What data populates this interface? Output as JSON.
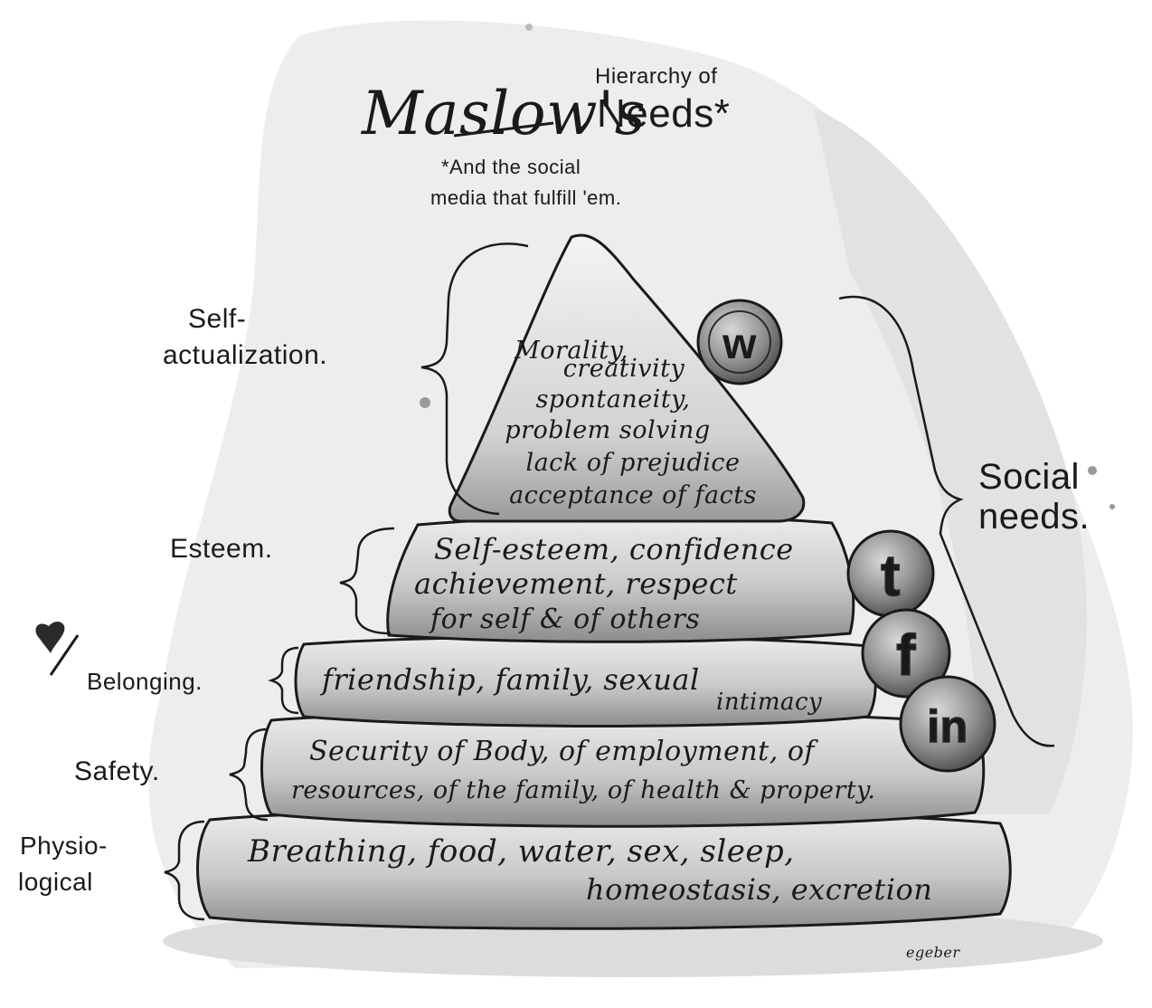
{
  "title": {
    "main": "Maslow's",
    "sub_line1": "Hierarchy of",
    "sub_line2": "Needs*",
    "footnote_line1": "*And the social",
    "footnote_line2": "media that fulfill 'em."
  },
  "levels": [
    {
      "label_lines": [
        "Self-",
        "actualization."
      ],
      "content_lines": [
        "Morality,",
        "creativity",
        "spontaneity,",
        "problem solving",
        "lack of prejudice",
        "acceptance of facts"
      ],
      "icons": [
        "w"
      ]
    },
    {
      "label_lines": [
        "Esteem."
      ],
      "content_lines": [
        "Self-esteem, confidence",
        "achievement, respect",
        "for self & of others"
      ],
      "icons": [
        "t"
      ]
    },
    {
      "label_lines": [
        "Belonging."
      ],
      "content_lines": [
        "friendship, family, sexual",
        "intimacy"
      ],
      "icons": [
        "f"
      ]
    },
    {
      "label_lines": [
        "Safety."
      ],
      "content_lines": [
        "Security of Body, of employment, of",
        "resources, of the family, of health & property."
      ],
      "icons": [
        "in"
      ]
    },
    {
      "label_lines": [
        "Physio-",
        "logical"
      ],
      "content_lines": [
        "Breathing, food, water, sex, sleep,",
        "homeostasis, excretion"
      ],
      "icons": []
    }
  ],
  "social_needs": [
    "Social",
    "needs."
  ],
  "signature": "egeber",
  "colors": {
    "ink": "#1a1a1a",
    "wash_light": "#e6e6e6",
    "wash_mid": "#cfcfcf",
    "wash_dark": "#9a9a9a",
    "icon_fill": "#8c8c8c"
  }
}
